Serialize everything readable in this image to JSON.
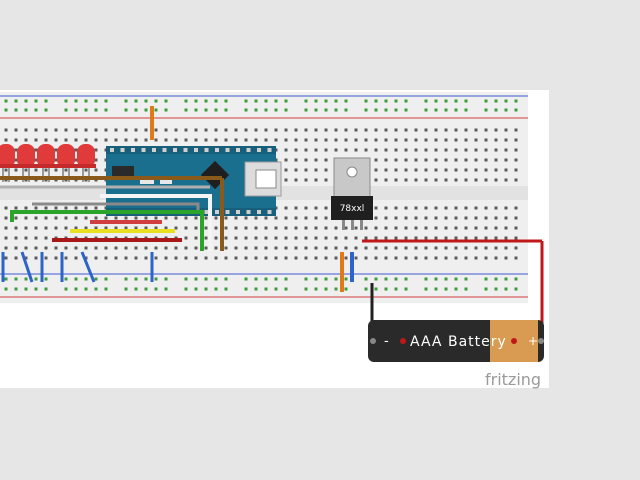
{
  "regulator": {
    "label": "78xxl"
  },
  "battery": {
    "minus": "-",
    "label": "AAA Battery",
    "plus": "+"
  },
  "watermark": {
    "text": "fritzing"
  },
  "colors": {
    "background": "#e6e6e6",
    "canvas": "#ffffff",
    "breadboard": "#efefef",
    "hole": "#3d9b3d",
    "rail_red": "#d23c3c",
    "rail_blue": "#3c5ad2",
    "arduino": "#1b6f8e",
    "led": "#e03a3a",
    "wire_brown": "#8a5a1a",
    "wire_green": "#2aa52a",
    "wire_red": "#c01818",
    "wire_yellow": "#e8e020",
    "wire_blue": "#2c64c8",
    "wire_orange": "#e07a18",
    "wire_white": "#f4f4f4",
    "wire_black": "#202020"
  }
}
